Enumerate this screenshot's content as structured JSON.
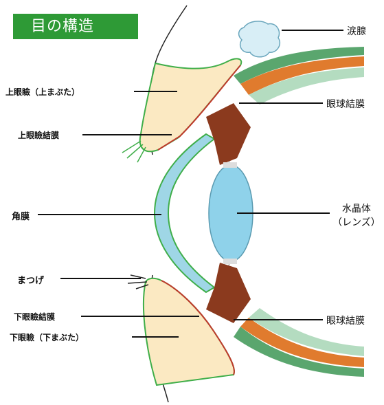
{
  "title": "目の構造",
  "labels": {
    "lacrimal_gland": "涙腺",
    "bulbar_conjunctiva_top": "眼球結膜",
    "upper_eyelid": "上眼瞼（上まぶた）",
    "upper_palpebral_conjunctiva": "上眼瞼結膜",
    "cornea": "角膜",
    "lens_line1": "水晶体",
    "lens_line2": "（レンズ）",
    "eyelash": "まつげ",
    "lower_palpebral_conjunctiva": "下眼瞼結膜",
    "bulbar_conjunctiva_bottom": "眼球結膜",
    "lower_eyelid": "下眼瞼（下まぶた）"
  },
  "colors": {
    "title_bg": "#2e9a36",
    "eyelid": "#fbe9c2",
    "conjunctiva_red": "#c0392b",
    "conjunctiva_green": "#3fae49",
    "cornea": "#9fd6e6",
    "lens": "#8fd2ea",
    "iris": "#8b3a1e",
    "sclera_green": "#5aa66e",
    "sclera_orange": "#e07b2e"
  }
}
